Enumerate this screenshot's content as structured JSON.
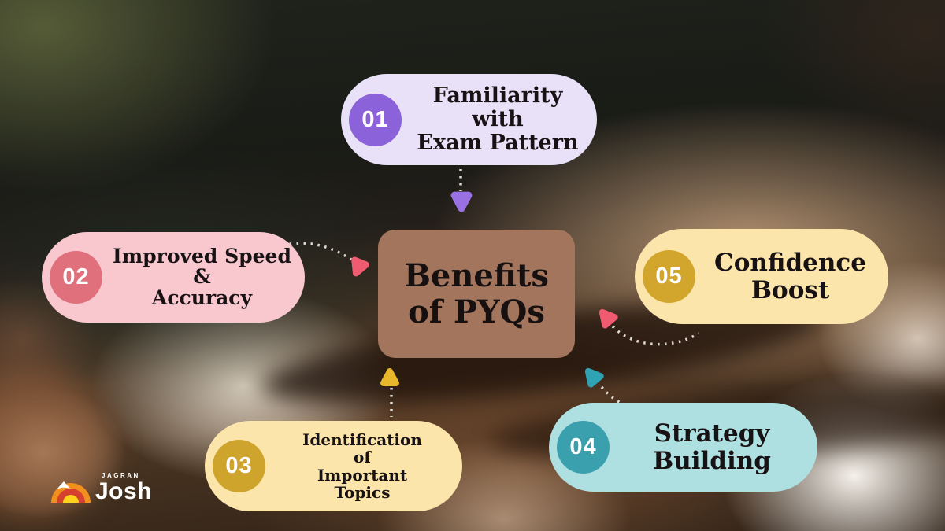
{
  "title": {
    "lines": [
      "Benefits",
      "of PYQs"
    ],
    "bg": "#A3755C"
  },
  "bubbles": [
    {
      "id": "familiarity-with-exam-pattern",
      "number": "01",
      "lines": [
        "Familiarity with",
        "Exam Pattern"
      ],
      "bg": "#E8E1F8",
      "circle": "#8B62D9"
    },
    {
      "id": "improved-speed-accuracy",
      "number": "02",
      "lines": [
        "Improved Speed",
        "&",
        "Accuracy"
      ],
      "bg": "#F9C7CE",
      "circle": "#E0707B"
    },
    {
      "id": "identification-of-important-topics",
      "number": "03",
      "lines": [
        "Identification",
        "of",
        "Important",
        "Topics"
      ],
      "bg": "#FBE5AB",
      "circle": "#CFA42C"
    },
    {
      "id": "strategy-building",
      "number": "04",
      "lines": [
        "Strategy",
        "Building"
      ],
      "bg": "#AEE0E2",
      "circle": "#3BA0AD"
    },
    {
      "id": "confidence-boost",
      "number": "05",
      "lines": [
        "Confidence",
        "Boost"
      ],
      "bg": "#FBE5AB",
      "circle": "#D2A62C"
    }
  ],
  "connectors": {
    "dot_color": "#EDE9E3",
    "purple_arrow": "#9A71E3",
    "pink_arrow": "#F15B72",
    "yellow_arrow": "#E7B62B",
    "teal_arrow": "#2FA3B4"
  },
  "logo": {
    "brand_top": "JAGRAN",
    "brand_name": "Josh"
  }
}
